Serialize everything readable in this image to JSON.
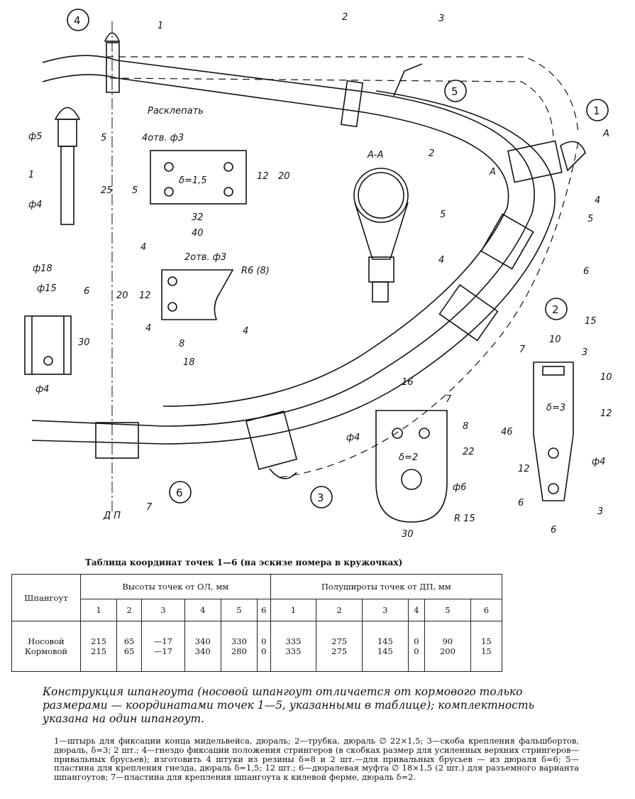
{
  "drawing": {
    "callouts": [
      "4",
      "1",
      "5",
      "6",
      "2",
      "3"
    ],
    "labels": {
      "n1_top": "1",
      "n2_top": "2",
      "n3_top": "3",
      "n4_right": "4",
      "n5_right": "5",
      "n6_right": "6",
      "raskl": "Расклепать",
      "AA_left": "А",
      "AA_right": "А",
      "section_AA": "А-А",
      "sec_2": "2",
      "sec_5": "5",
      "sec_4": "4",
      "pin_d5": "ф5",
      "pin_d4": "ф4",
      "pin_5": "5",
      "pin_25": "25",
      "pin_1": "1",
      "pl5_holes": "4отв. ф3",
      "pl5_delta": "δ=1,5",
      "pl5_12": "12",
      "pl5_20": "20",
      "pl5_32": "32",
      "pl5_40": "40",
      "pl5_5": "5",
      "n4_label": "4",
      "n4_holes": "2отв. ф3",
      "n4_R": "R6 (8)",
      "n4_20": "20",
      "n4_12": "12",
      "n4_4a": "4",
      "n4_8": "8",
      "n4_18": "18",
      "n4_4b": "4",
      "m6_d18": "ф18",
      "m6_d15": "ф15",
      "m6_6": "6",
      "m6_30": "30",
      "m6_d4": "ф4",
      "p7_16": "16",
      "p7_7": "7",
      "p7_8": "8",
      "p7_22": "22",
      "p7_d4": "ф4",
      "p7_delta": "δ=2",
      "p7_d6": "ф6",
      "p7_R15": "R 15",
      "p7_30": "30",
      "s3_10": "10",
      "s3_15": "15",
      "s3_7": "7",
      "s3_3": "3",
      "s3_10b": "10",
      "s3_delta": "δ=3",
      "s3_12": "12",
      "s3_46": "46",
      "s3_d4": "ф4",
      "s3_12b": "12",
      "s3_6": "6",
      "s3_3label": "3",
      "s3_6b": "6",
      "dp": "Д П",
      "n7": "7"
    }
  },
  "table": {
    "title": "Таблица координат точек 1—6 (на эскизе номера в кружочках)",
    "row_header": "Шпангоут",
    "group1": "Высоты точек от ОЛ, мм",
    "group2": "Полуширoты точек от ДП, мм",
    "col_numbers": [
      "1",
      "2",
      "3",
      "4",
      "5",
      "6",
      "1",
      "2",
      "3",
      "4",
      "5",
      "6"
    ],
    "rows": [
      {
        "name": "Носовой",
        "values": [
          "215",
          "65",
          "—17",
          "340",
          "330",
          "0",
          "335",
          "275",
          "145",
          "0",
          "90",
          "15"
        ]
      },
      {
        "name": "Кормовой",
        "values": [
          "215",
          "65",
          "—17",
          "340",
          "280",
          "0",
          "335",
          "275",
          "145",
          "0",
          "200",
          "15"
        ]
      }
    ]
  },
  "caption": "Конструкция шпангоута (носовой шпангоут отличается от кормового только размерами — координатами точек 1—5, указанными в таблице); комплектность указана на один шпангоут.",
  "notes": "1—штырь для фиксации конца мидельвейса, дюраль; 2—трубка, дюраль ∅ 22×1,5; 3—скоба крепления фальшбортов, дюраль, δ=3; 2 шт.; 4—гнездо фиксации положения стрингеров (в скобках размер для усиленных верхних стрингеров—привальных брусьев); изготовить 4 штуки из резины δ=8 и 2 шт.—для привальных брусьев — из дюраля δ=6; 5—пластина для крепления гнезда, дюраль δ=1,5; 12 шт.; 6—дюралевая муфта ∅ 18×1,5 (2 шт.) для разъемного варианта шпангоутов; 7—пластина для крепления шпангоута к килевой ферме, дюраль δ=2."
}
